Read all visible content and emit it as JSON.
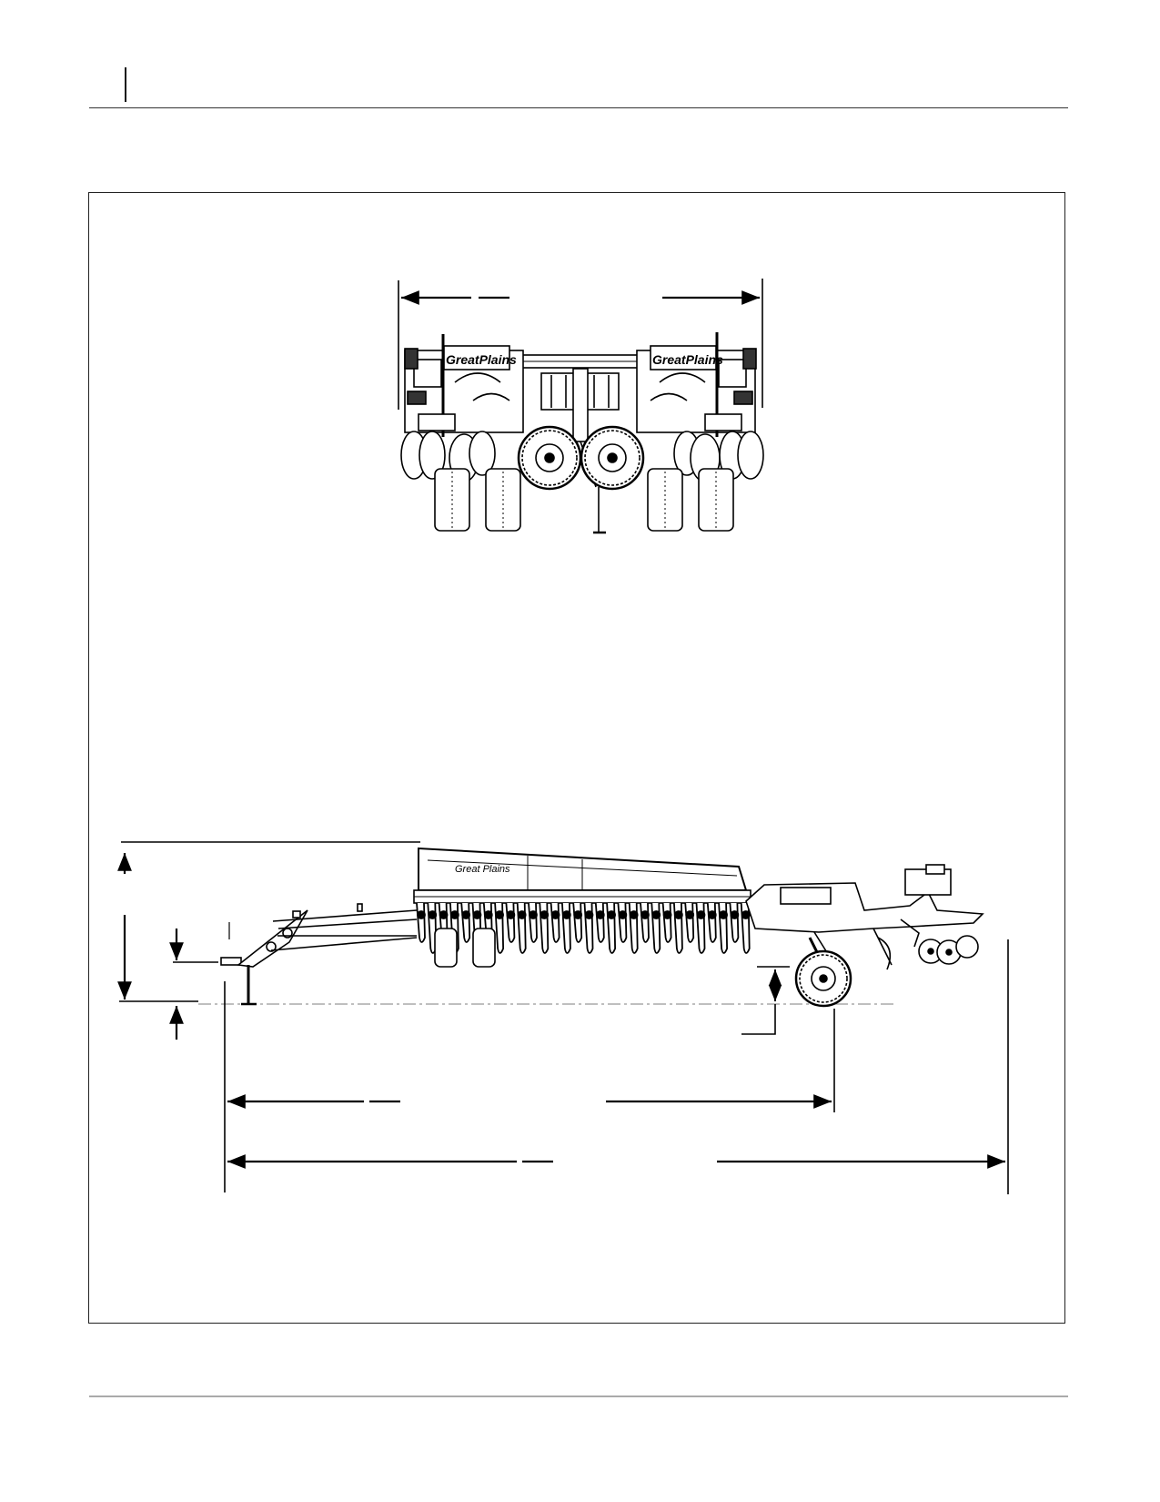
{
  "figure": {
    "front_view": {
      "brand_decals": [
        "GreatPlains",
        "GreatPlains"
      ]
    },
    "side_view": {
      "brand_decal": "Great Plains"
    }
  }
}
